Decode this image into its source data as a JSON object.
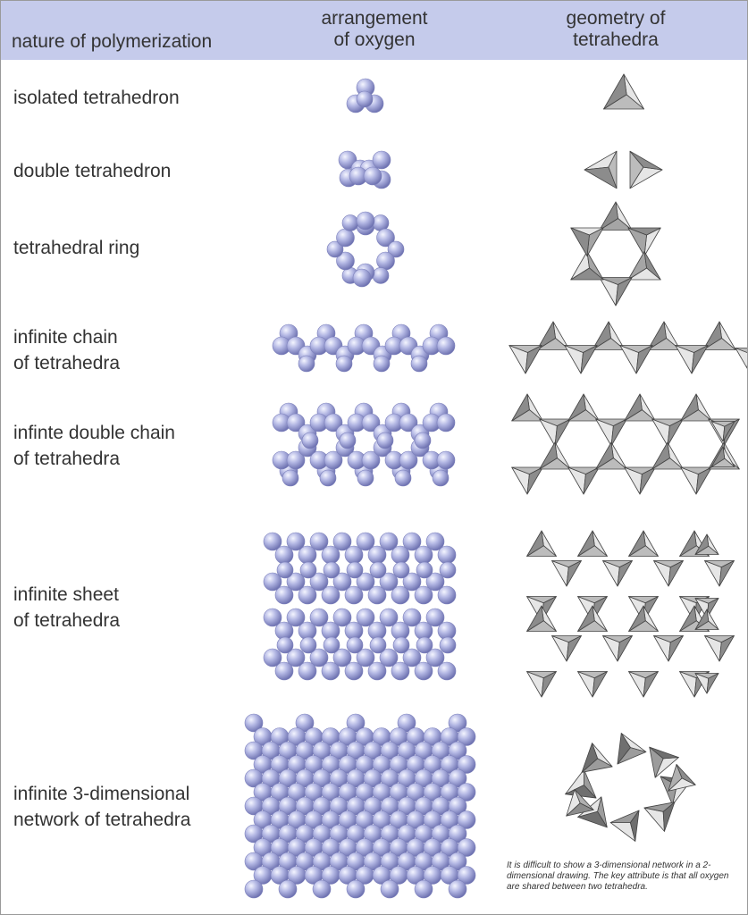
{
  "header": {
    "col1": "nature of polymerization",
    "col2_line1": "arrangement",
    "col2_line2": "of oxygen",
    "col3_line1": "geometry of",
    "col3_line2": "tetrahedra"
  },
  "rows": [
    {
      "line1": "isolated tetrahedron",
      "line2": ""
    },
    {
      "line1": "double tetrahedron",
      "line2": ""
    },
    {
      "line1": "tetrahedral ring",
      "line2": ""
    },
    {
      "line1": "infinite chain",
      "line2": "of tetrahedra"
    },
    {
      "line1": "infinte double chain",
      "line2": "of tetrahedra"
    },
    {
      "line1": "infinite sheet",
      "line2": "of tetrahedra"
    },
    {
      "line1": "infinite 3-dimensional",
      "line2": "network of tetrahedra"
    }
  ],
  "note": "It is difficult to show a 3-dimensional network in a 2-dimensional drawing. The key attribute is that all oxygen are shared between two tetrahedra.",
  "colors": {
    "header_bg": "#c5cbeb",
    "sphere": "#a8acdc",
    "tetra_light": "#e6e6e6",
    "tetra_dark": "#8c8c8c"
  }
}
